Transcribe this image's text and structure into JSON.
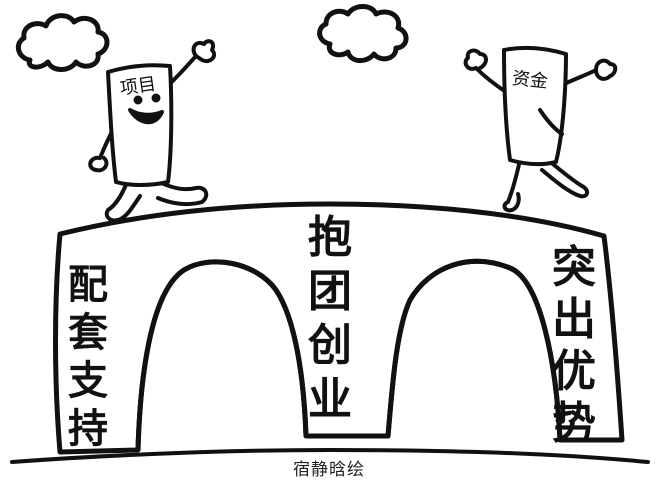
{
  "characters": {
    "left_label": "项目",
    "right_label": "资金"
  },
  "bridge": {
    "center_column": [
      "抱",
      "团",
      "创",
      "业"
    ],
    "left_column": [
      "配",
      "套",
      "支",
      "持"
    ],
    "right_column": [
      "突",
      "出",
      "优",
      "势"
    ]
  },
  "credit": {
    "artist": "宿静晗绘"
  },
  "colors": {
    "ink": "#111111",
    "paper": "#ffffff"
  }
}
